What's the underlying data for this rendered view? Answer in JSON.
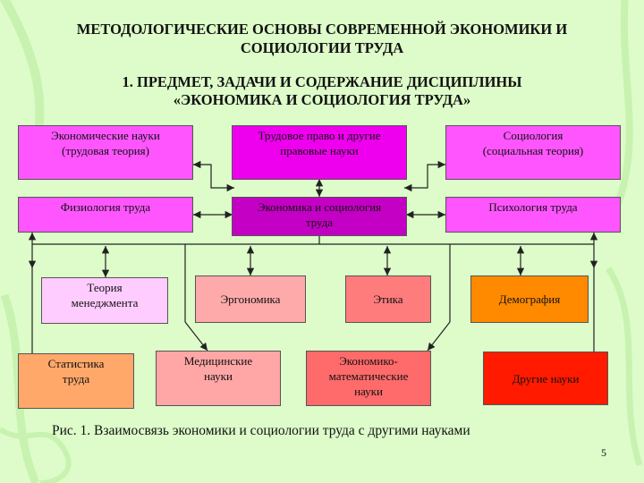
{
  "title_line1": "МЕТОДОЛОГИЧЕСКИЕ ОСНОВЫ СОВРЕМЕННОЙ ЭКОНОМИКИ И",
  "title_line2": "СОЦИОЛОГИИ ТРУДА",
  "subtitle_line1": "1. ПРЕДМЕТ, ЗАДАЧИ И СОДЕРЖАНИЕ ДИСЦИПЛИНЫ",
  "subtitle_line2": "«ЭКОНОМИКА И СОЦИОЛОГИЯ ТРУДА»",
  "boxes": {
    "econ": {
      "line1": "Экономические науки",
      "line2": "(трудовая теория)",
      "color": "#ff55ff"
    },
    "law": {
      "line1": "Трудовое право и другие",
      "line2": "правовые науки",
      "color": "#ee00ee"
    },
    "sociology": {
      "line1": "Социология",
      "line2": "(социальная теория)",
      "color": "#ff55ff"
    },
    "physiology": {
      "line1": "Физиология труда",
      "color": "#ff55ff"
    },
    "central": {
      "line1": "Экономика и социология",
      "line2": "труда",
      "color": "#c400c4"
    },
    "psychology": {
      "line1": "Психология труда",
      "color": "#ff55ff"
    },
    "management": {
      "line1": "Теория",
      "line2": "менеджмента",
      "color": "#ffccff"
    },
    "ergonomics": {
      "line1": "Эргономика",
      "color": "#ffaaaa"
    },
    "ethics": {
      "line1": "Этика",
      "color": "#ff7c7c"
    },
    "demography": {
      "line1": "Демография",
      "color": "#ff8a00"
    },
    "statistics": {
      "line1": "Статистика",
      "line2": "труда",
      "color": "#ffa86a"
    },
    "medical": {
      "line1": "Медицинские",
      "line2": "науки",
      "color": "#ffa6a6"
    },
    "math": {
      "line1": "Экономико-",
      "line2": "математические",
      "line3": "науки",
      "color": "#ff6a6a"
    },
    "other": {
      "line1": "Другие науки",
      "color": "#ff1a00"
    }
  },
  "caption": "Рис. 1. Взаимосвязь экономики и социологии труда с другими науками",
  "page_number": "5"
}
